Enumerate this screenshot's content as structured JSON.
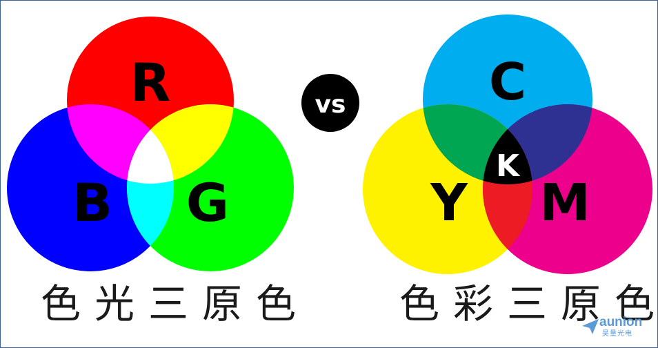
{
  "rgb": {
    "labels": {
      "top": "R",
      "left": "B",
      "right": "G"
    },
    "colors": {
      "red": "#ff0000",
      "green": "#00ff00",
      "blue": "#0000ff",
      "yellow": "#ffff00",
      "magenta": "#ff00ff",
      "cyan": "#00ffff",
      "white": "#ffffff"
    },
    "caption": "色光三原色"
  },
  "vs": {
    "label": "vs",
    "color": "#000000"
  },
  "cmy": {
    "labels": {
      "top": "C",
      "left": "Y",
      "right": "M",
      "center": "K"
    },
    "colors": {
      "cyan": "#00aeef",
      "yellow": "#fff200",
      "magenta": "#ec008c",
      "green": "#00a651",
      "red": "#ed1c24",
      "blue": "#2e3192",
      "black": "#000000"
    },
    "caption": "色彩三原色"
  },
  "logo": {
    "word": "aunion",
    "subtitle": "昊量光电",
    "color": "#5b9bd5",
    "icon": "paper-plane-icon"
  }
}
